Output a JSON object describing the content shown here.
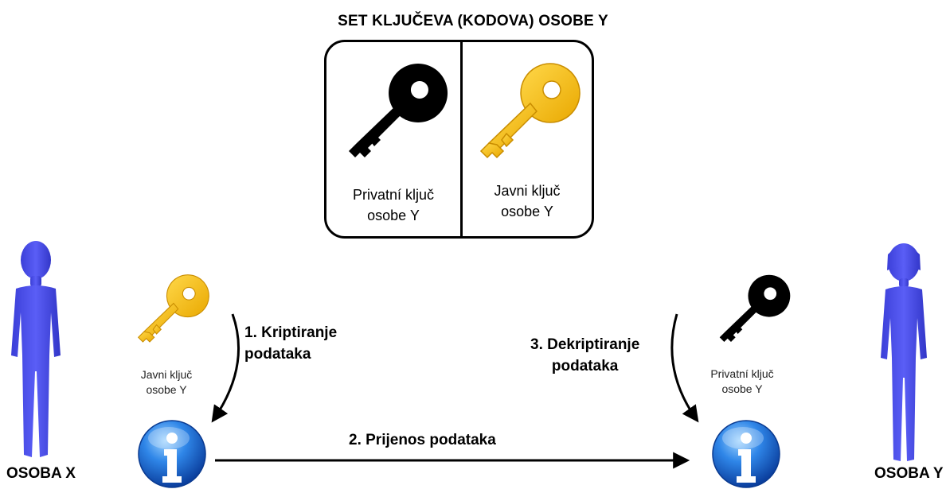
{
  "title": "SET KLJUČEVA (KODOVA) OSOBE Y",
  "keyset": {
    "private_key_label": [
      "Privatní ključ",
      "osobe Y"
    ],
    "public_key_label": [
      "Javni ključ",
      "osobe Y"
    ]
  },
  "left_key_label": [
    "Javni ključ",
    "osobe Y"
  ],
  "right_key_label": [
    "Privatní ključ",
    "osobe Y"
  ],
  "steps": {
    "step1": [
      "1. Kriptiranje",
      "podataka"
    ],
    "step2": "2. Prijenos podataka",
    "step3": [
      "3. Dekriptiranje",
      "podataka"
    ]
  },
  "persons": {
    "x": "OSOBA X",
    "y": "OSOBA Y"
  },
  "icons": {
    "private_key": "black-key-icon",
    "public_key": "yellow-key-icon",
    "info": "info-icon",
    "person": "person-icon"
  },
  "colors": {
    "person": "#4a4ef0",
    "public_key": "#f5c518",
    "private_key": "#000000",
    "info": "#1e6fd9"
  }
}
